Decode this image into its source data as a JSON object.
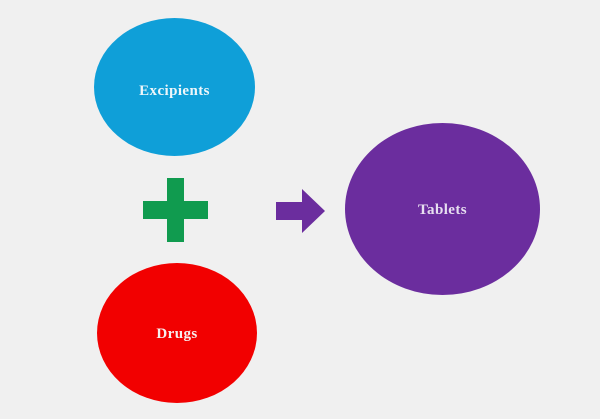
{
  "diagram": {
    "background_color": "#f0f0f0",
    "title": "",
    "nodes": [
      {
        "id": "excipients",
        "label": "Excipients",
        "shape": "ellipse",
        "fill": "#0f9fd8",
        "text_color": "#eef6fa"
      },
      {
        "id": "drugs",
        "label": "Drugs",
        "shape": "ellipse",
        "fill": "#f20000",
        "text_color": "#f7eeee"
      },
      {
        "id": "tablets",
        "label": "Tablets",
        "shape": "ellipse",
        "fill": "#6b2d9e",
        "text_color": "#e7dff0"
      }
    ],
    "operators": [
      {
        "id": "plus",
        "icon": "plus-icon",
        "glyph": "+",
        "fill": "#109b4f"
      },
      {
        "id": "arrow",
        "icon": "arrow-right-icon",
        "glyph": "→",
        "fill": "#6b2d9e"
      }
    ],
    "equation": "Excipients + Drugs → Tablets"
  }
}
